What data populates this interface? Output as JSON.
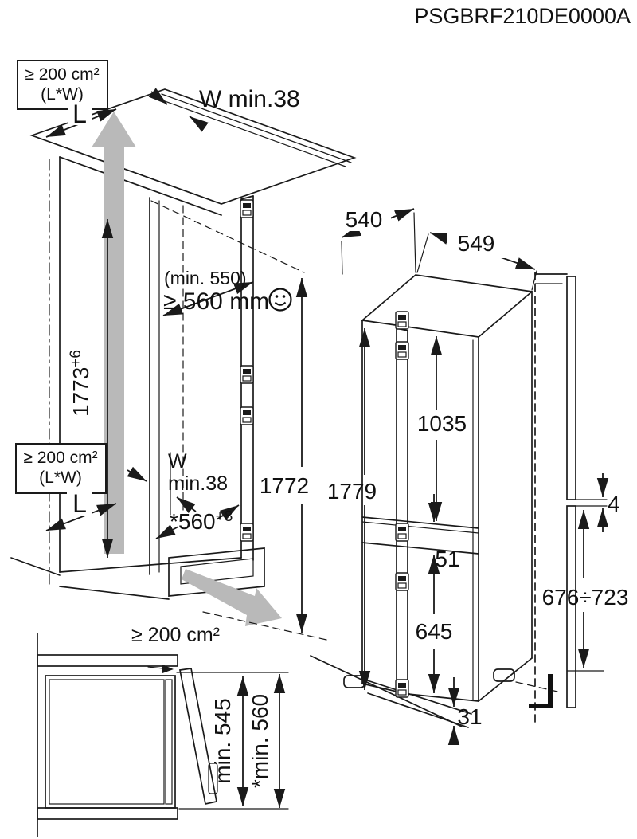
{
  "title": "PSGBRF210DE0000A",
  "colors": {
    "line": "#1a1a1a",
    "gray_arrow": "#b9b9b9"
  },
  "ventilation": {
    "top_box": {
      "line1": "≥ 200 cm²",
      "line2": "(L*W)"
    },
    "mid_box": {
      "line1": "≥ 200 cm²",
      "line2": "(L*W)"
    },
    "base_area": "≥ 200 cm²",
    "length_top": "L",
    "length_mid": "L"
  },
  "niche": {
    "wall_gap_top": "W min.38",
    "wall_gap_mid_line1": "W",
    "wall_gap_mid_line2": "min.38",
    "depth_note": "(min. 550)",
    "depth": "≥ 560 mm",
    "width": "*560",
    "width_tolerance": "+8",
    "height": "1773",
    "height_tolerance": "+6",
    "inner_height": "1772"
  },
  "appliance": {
    "height": "1779",
    "width": "540",
    "depth": "549",
    "fridge_door_height": "1035",
    "door_gap": "51",
    "freezer_door_height": "645",
    "plinth_height": "31"
  },
  "door_panel": {
    "gap": "4",
    "height_range": "676÷723"
  },
  "plan_view": {
    "depth_min": "min. 545",
    "depth_min_star": "*min. 560"
  }
}
